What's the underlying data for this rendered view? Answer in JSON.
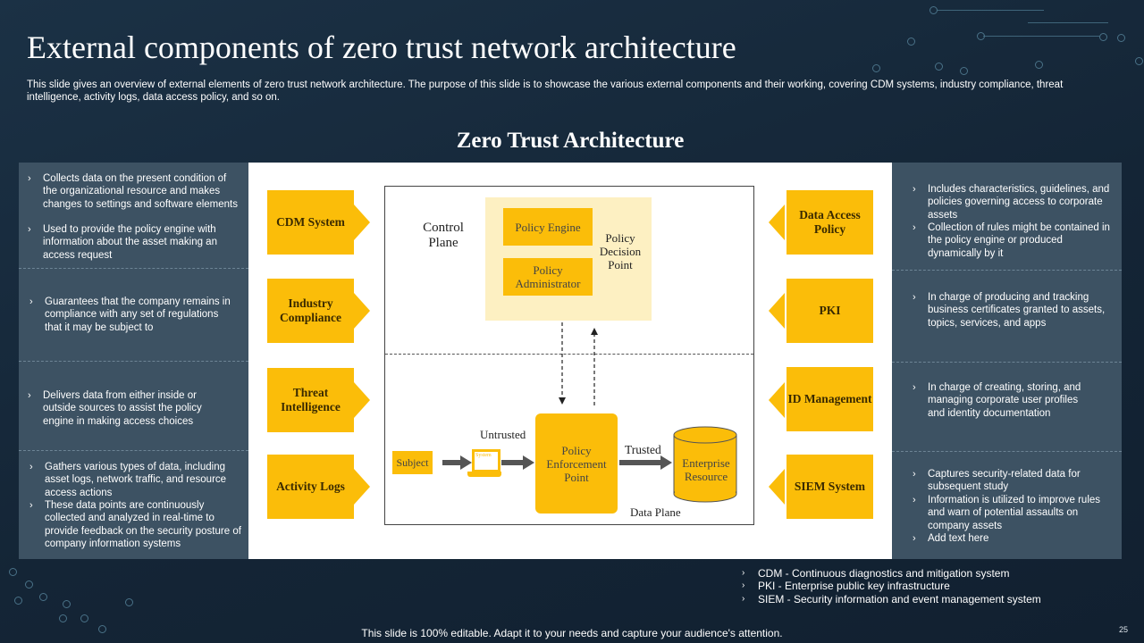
{
  "title": "External components of zero trust network architecture",
  "subtitle": "This slide gives an overview of external elements of zero trust network architecture. The purpose of this slide is to showcase the various external components and their working, covering CDM systems, industry compliance, threat intelligence, activity logs, data access policy, and so on.",
  "diagram_title": "Zero Trust Architecture",
  "left_sections": [
    {
      "bullets": [
        "Collects data on the present condition of the organizational resource and makes changes to settings and software elements",
        "Used to provide the policy engine with information about the asset making an access request"
      ]
    },
    {
      "bullets": [
        "Guarantees that the company remains in compliance with any set of regulations that it may be subject to"
      ]
    },
    {
      "bullets": [
        "Delivers data from either inside or outside sources to assist the policy engine in making access choices"
      ]
    },
    {
      "bullets": [
        "Gathers various types of data, including asset logs, network traffic, and resource access actions",
        "These data points are continuously collected and analyzed in real-time to provide feedback on the security posture of company information systems"
      ]
    }
  ],
  "right_sections": [
    {
      "bullets": [
        "Includes characteristics, guidelines, and policies governing access to corporate assets",
        "Collection of rules might be contained in the policy engine or produced dynamically by it"
      ]
    },
    {
      "bullets": [
        "In charge of producing and tracking business certificates granted to assets, topics, services, and apps"
      ]
    },
    {
      "bullets": [
        "In charge of creating, storing, and managing corporate user profiles and identity documentation"
      ]
    },
    {
      "bullets": [
        "Captures security-related data for subsequent study",
        "Information is utilized to improve rules and warn of potential assaults on company assets",
        "Add text here"
      ]
    }
  ],
  "left_boxes": [
    "CDM System",
    "Industry Compliance",
    "Threat Intelligence",
    "Activity Logs"
  ],
  "right_boxes": [
    "Data Access Policy",
    "PKI",
    "ID Management",
    "SIEM System"
  ],
  "diagram": {
    "control_plane": "Control Plane",
    "policy_engine": "Policy Engine",
    "policy_administrator": "Policy Administrator",
    "policy_decision_point": "Policy Decision Point",
    "untrusted": "Untrusted",
    "trusted": "Trusted",
    "subject": "Subject",
    "system": "System",
    "pep": "Policy Enforcement Point",
    "enterprise_resource": "Enterprise Resource",
    "data_plane": "Data Plane"
  },
  "footnotes": [
    "CDM - Continuous diagnostics and mitigation system",
    "PKI - Enterprise public key infrastructure",
    "SIEM - Security information and event management system"
  ],
  "footer": "This slide is 100% editable. Adapt it to your needs and capture your audience's attention.",
  "page_number": "25",
  "bullet_glyph": "›",
  "colors": {
    "accent": "#fbbd09",
    "background": "#16283a",
    "panel": "#3d5263",
    "pdp_bg": "#fdf0c2"
  }
}
